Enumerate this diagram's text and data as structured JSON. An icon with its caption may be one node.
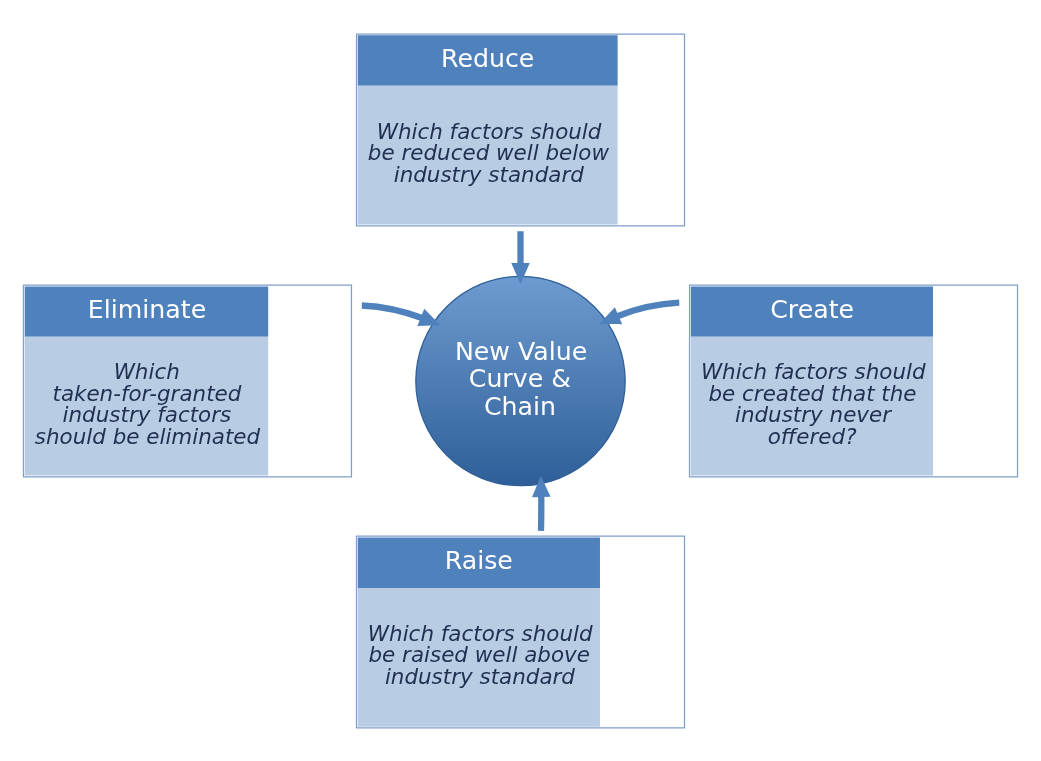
{
  "diagram": {
    "nodes": [
      {
        "text": [
          "Reduce",
          "Which factors should be reduced well below industry standard"
        ]
      },
      {
        "text": [
          "Eliminate",
          "Which taken-for-granted industry factors should be eliminated"
        ]
      },
      {
        "text": [
          "New Value Curve & Chain"
        ]
      },
      {
        "text": [
          "Create",
          "Which factors should be created that the industry never offered?"
        ]
      },
      {
        "text": [
          "Raise",
          "Which factors should be raised well above industry standard"
        ]
      }
    ],
    "edges": [
      {
        "from": 0,
        "to": 2,
        "arrow": "to"
      },
      {
        "from": 1,
        "to": 2,
        "arrow": "to"
      },
      {
        "from": 3,
        "to": 2,
        "arrow": "to"
      },
      {
        "from": 4,
        "to": 2,
        "arrow": "to"
      }
    ]
  }
}
